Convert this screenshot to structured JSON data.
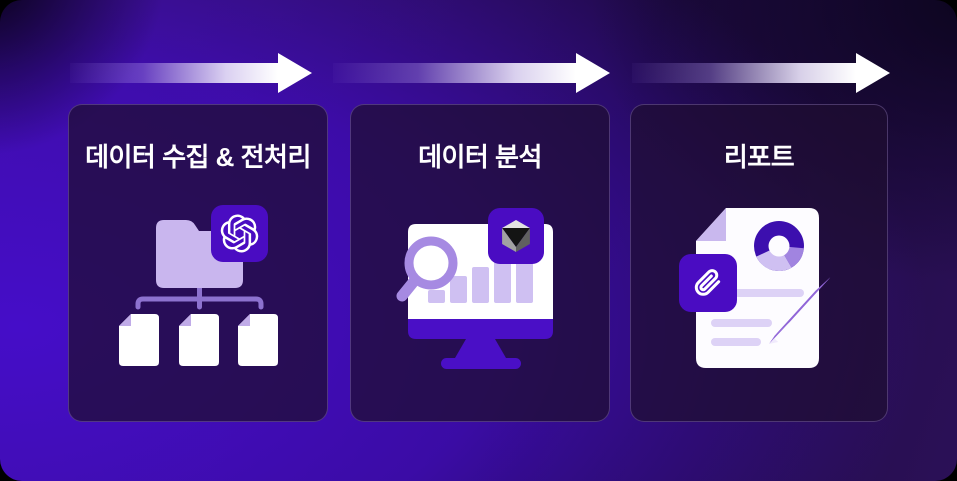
{
  "flow": {
    "type": "process-diagram",
    "direction": "left-to-right",
    "arrow_count": 3
  },
  "stages": [
    {
      "title": "데이터 수집 & 전처리",
      "icons": [
        "folder-icon",
        "openai-logo-badge",
        "files-tree-icon"
      ]
    },
    {
      "title": "데이터 분석",
      "icons": [
        "monitor-icon",
        "bar-chart-icon",
        "magnifier-icon",
        "gem-ai-badge"
      ]
    },
    {
      "title": "리포트",
      "icons": [
        "report-document-icon",
        "donut-chart-icon",
        "pen-icon",
        "paperclip-badge"
      ]
    }
  ],
  "colors": {
    "background_purple": "#430cba",
    "background_dark": "#1d0a40",
    "card_background": "#241043",
    "card_border": "#ae96e0",
    "badge_purple": "#4a0cc2",
    "lavender": "#c9b6ee",
    "light_lavender": "#cfc0f2",
    "connector_purple": "#8d72cf",
    "magnifier_purple": "#a68ae2",
    "pen_purple": "#9166d8",
    "donut_dark": "#3c0fae",
    "arrow_white": "#ffffff",
    "text_white": "#ffffff"
  }
}
